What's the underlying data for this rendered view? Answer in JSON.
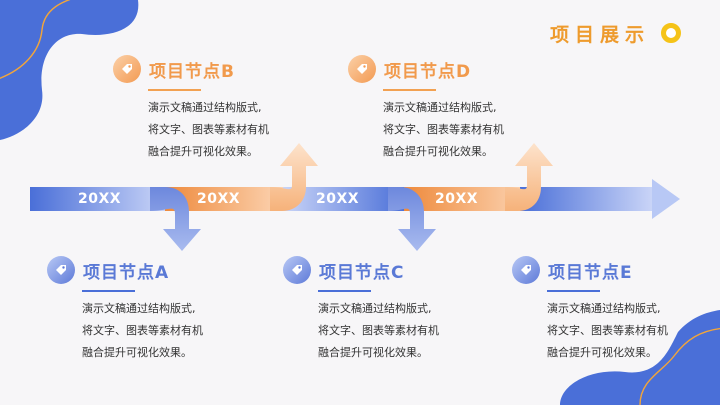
{
  "header": {
    "title": "项目展示"
  },
  "colors": {
    "blue": "#4a6fd8",
    "orange": "#f2a152",
    "accent_yellow": "#f5c318",
    "background": "#f7f6f8"
  },
  "timeline": {
    "years": [
      "20XX",
      "20XX",
      "20XX",
      "20XX"
    ]
  },
  "nodes": [
    {
      "title": "项目节点A",
      "lines": [
        "演示文稿通过结构版式,",
        "将文字、图表等素材有机",
        "融合提升可视化效果。"
      ],
      "icon": "tag-icon"
    },
    {
      "title": "项目节点B",
      "lines": [
        "演示文稿通过结构版式,",
        "将文字、图表等素材有机",
        "融合提升可视化效果。"
      ],
      "icon": "tag-icon"
    },
    {
      "title": "项目节点C",
      "lines": [
        "演示文稿通过结构版式,",
        "将文字、图表等素材有机",
        "融合提升可视化效果。"
      ],
      "icon": "tag-icon"
    },
    {
      "title": "项目节点D",
      "lines": [
        "演示文稿通过结构版式,",
        "将文字、图表等素材有机",
        "融合提升可视化效果。"
      ],
      "icon": "tag-icon"
    },
    {
      "title": "项目节点E",
      "lines": [
        "演示文稿通过结构版式,",
        "将文字、图表等素材有机",
        "融合提升可视化效果。"
      ],
      "icon": "tag-icon"
    }
  ]
}
